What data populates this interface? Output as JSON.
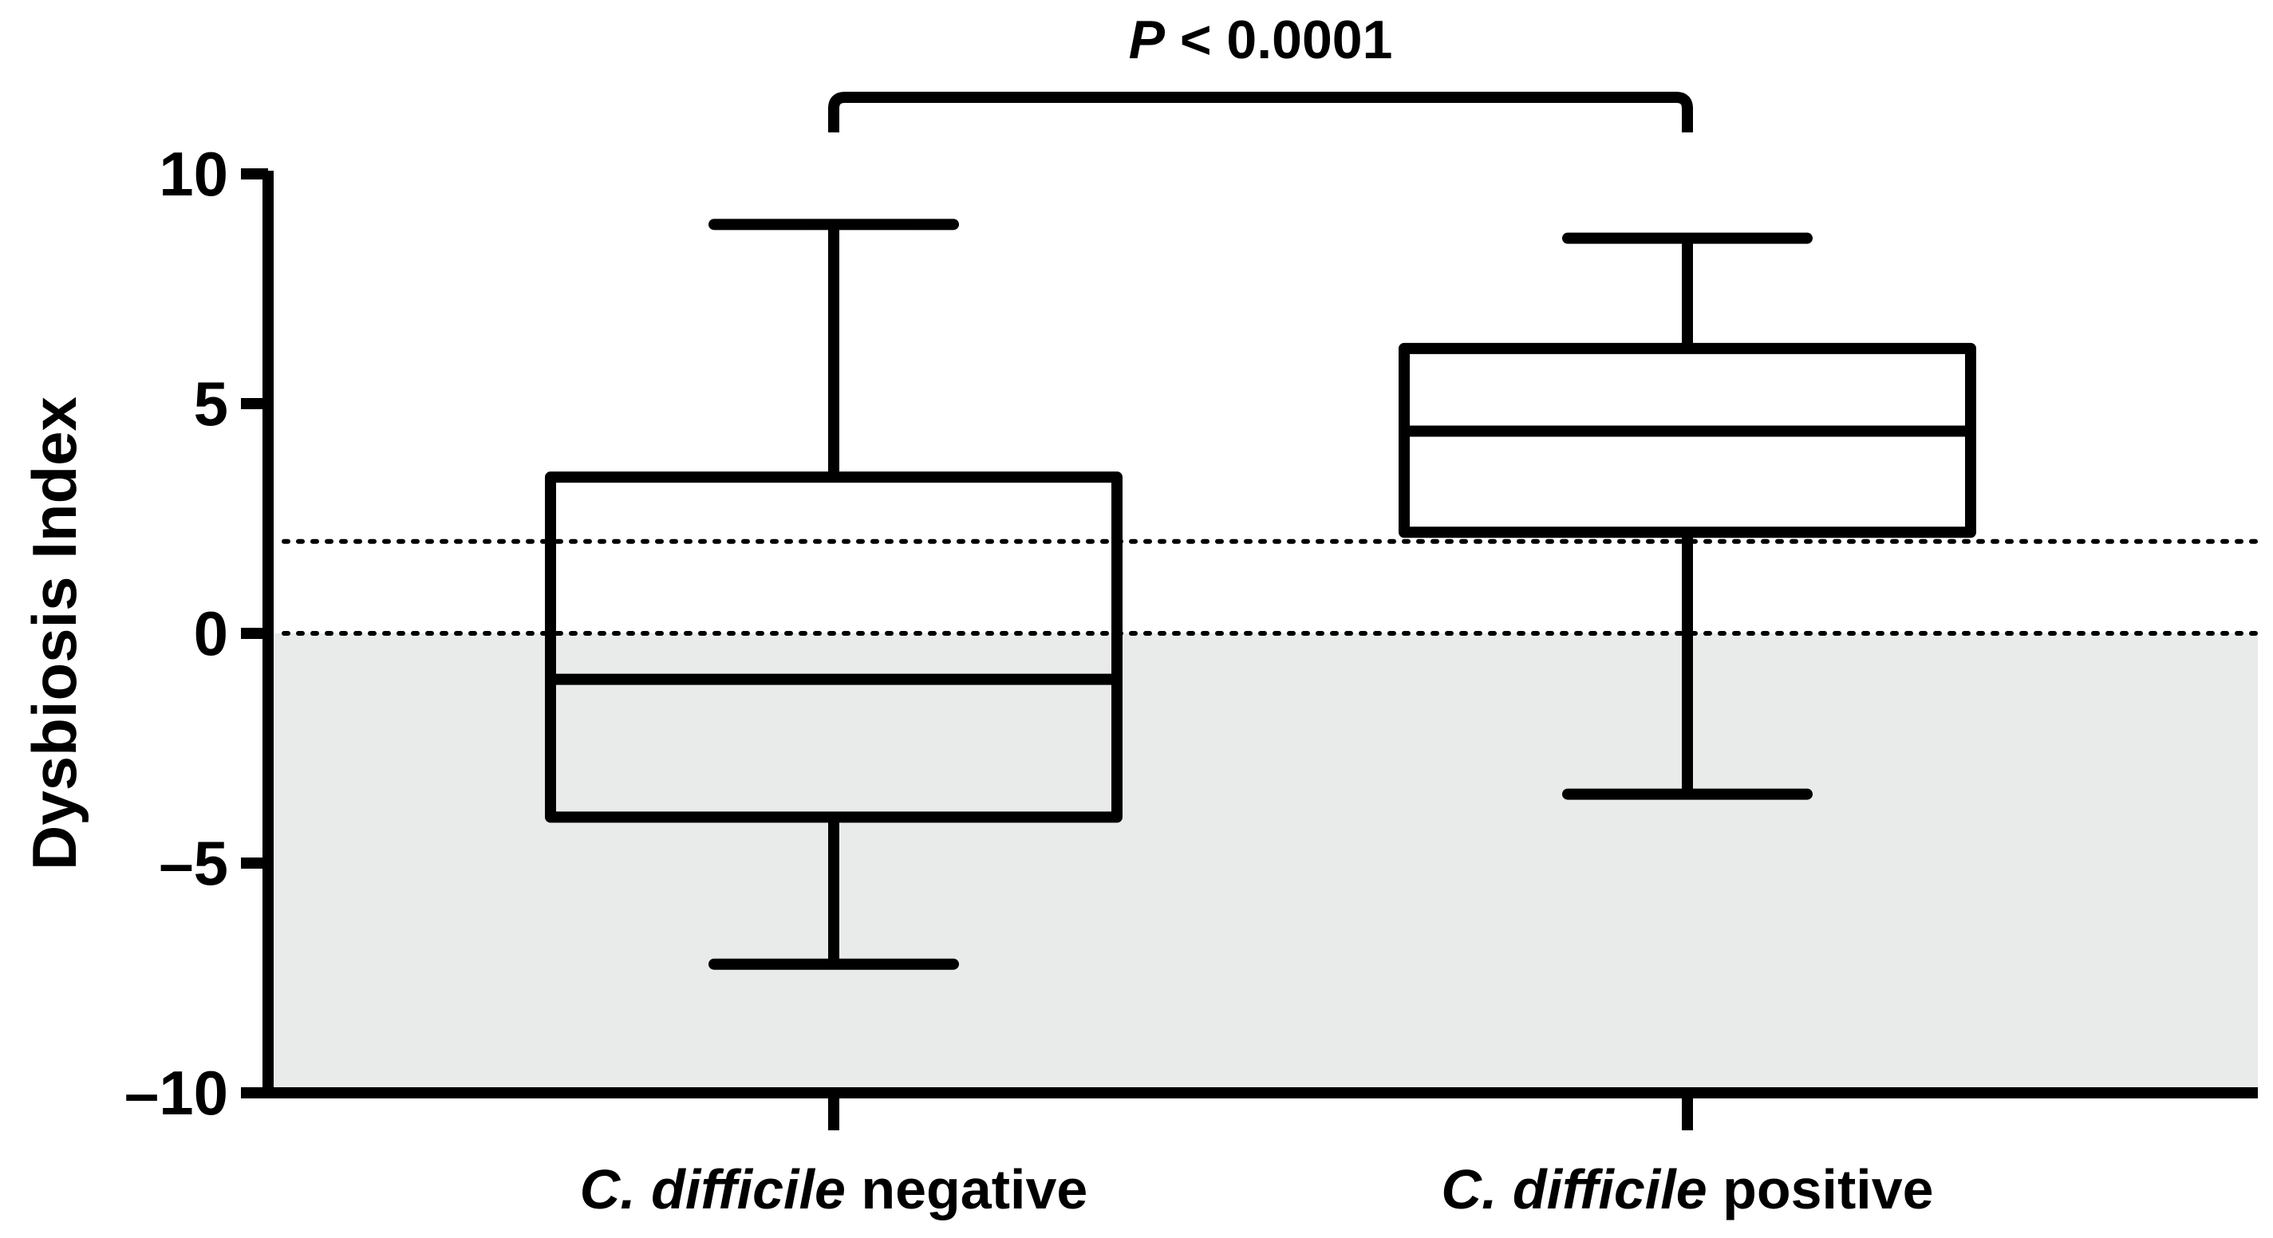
{
  "chart_data": {
    "type": "box",
    "title": "",
    "xlabel": "",
    "ylabel": "Dysbiosis Index",
    "ylim": [
      -10,
      10
    ],
    "yticks": [
      10,
      5,
      0,
      -5,
      -10
    ],
    "ytick_labels": [
      "10",
      "5",
      "0",
      "–5",
      "–10"
    ],
    "categories": [
      {
        "italic": "C. difficile",
        "rest": " negative"
      },
      {
        "italic": "C. difficile",
        "rest": " positive"
      }
    ],
    "boxes": [
      {
        "min": -7.2,
        "q1": -4.0,
        "median": -1.0,
        "q3": 3.4,
        "max": 8.9
      },
      {
        "min": -3.5,
        "q1": 2.2,
        "median": 4.4,
        "q3": 6.2,
        "max": 8.6
      }
    ],
    "reference_lines": [
      2,
      0
    ],
    "shaded_region": {
      "from": -10,
      "to": 0,
      "color": "#e9ebea"
    },
    "significance": {
      "italic": "P",
      "rest": " < 0.0001",
      "between": [
        0,
        1
      ]
    },
    "grid": false,
    "legend": "none",
    "colors": {
      "box_fill": "#ffffff",
      "stroke": "#000000"
    }
  }
}
